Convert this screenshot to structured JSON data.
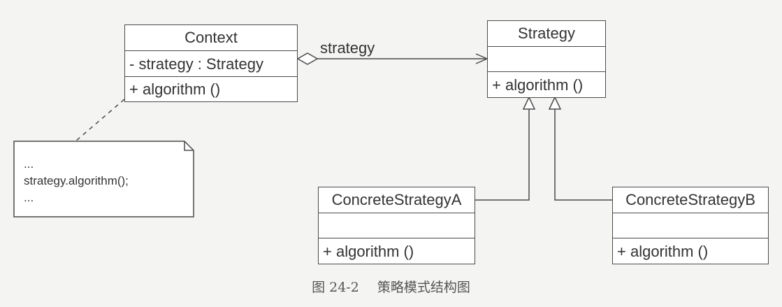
{
  "classes": {
    "context": {
      "name": "Context",
      "attributes": "- strategy : Strategy",
      "operations": "+ algorithm ()"
    },
    "strategy": {
      "name": "Strategy",
      "attributes": "",
      "operations": "+ algorithm ()"
    },
    "concrete_a": {
      "name": "ConcreteStrategyA",
      "attributes": "",
      "operations": "+ algorithm ()"
    },
    "concrete_b": {
      "name": "ConcreteStrategyB",
      "attributes": "",
      "operations": "+ algorithm ()"
    }
  },
  "association_label": "strategy",
  "note": {
    "line1": "...",
    "line2": "strategy.algorithm();",
    "line3": "..."
  },
  "caption": {
    "figure_number": "图 24-2",
    "title": "策略模式结构图"
  },
  "colors": {
    "line": "#4a4a4a",
    "background": "#f4f4f2",
    "box_fill": "#ffffff"
  }
}
